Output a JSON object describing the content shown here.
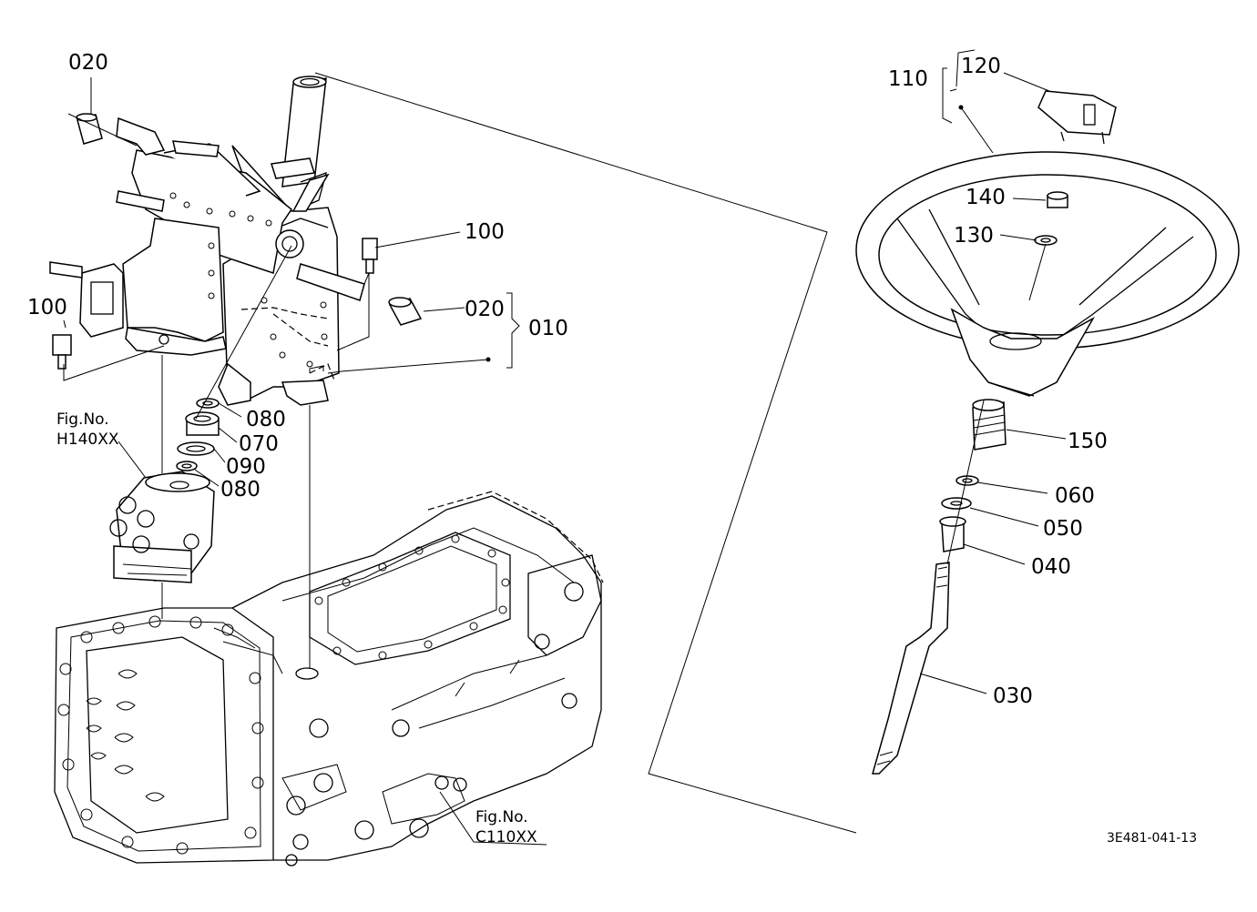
{
  "drawing_code": "3E481-041-13",
  "fig_refs": [
    {
      "id": "h140",
      "line1": "Fig.No.",
      "line2": "H140XX"
    },
    {
      "id": "c110",
      "line1": "Fig.No.",
      "line2": "C110XX"
    }
  ],
  "labels": {
    "p020a": "020",
    "p020b": "020",
    "p100a": "100",
    "p100b": "100",
    "p010": "010",
    "p080a": "080",
    "p070": "070",
    "p090": "090",
    "p080b": "080",
    "p110": "110",
    "p120": "120",
    "p140": "140",
    "p130": "130",
    "p150": "150",
    "p060": "060",
    "p050": "050",
    "p040": "040",
    "p030": "030"
  }
}
